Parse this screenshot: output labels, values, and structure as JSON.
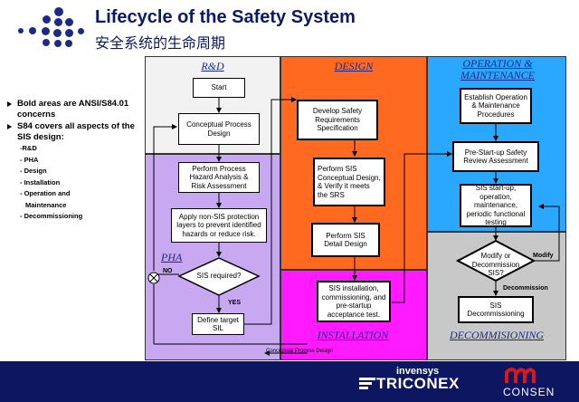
{
  "title": "Lifecycle of the Safety System",
  "subtitle": "安全系统的生命周期",
  "bullets": [
    "Bold areas are ANSI/S84.01 concerns",
    "S84 covers all aspects of the SIS design:"
  ],
  "design_aspects": [
    "-R&D",
    "- PHA",
    "- Design",
    "- Installation",
    "- Operation  and",
    "Maintenance",
    "- Decommissioning"
  ],
  "regions": {
    "rd": "R&D",
    "design": "DESIGN",
    "operation": "OPERATION & MAINTENANCE",
    "pha": "PHA",
    "installation": "INSTALLATION",
    "decommissioning": "DECOMMISIONING"
  },
  "boxes": {
    "start": "Start",
    "conceptual": "Conceptual Process Design",
    "hazard": "Perform Process Hazard Analysis & Risk Assessment",
    "non_sis": "Apply non-SIS protection layers to prevent identified hazards or reduce risk.",
    "sis_required": "SIS required?",
    "define_sil": "Define target SIL",
    "develop_srs": "Develop Safety Requirements Specification",
    "conceptual_sis": "Perform SIS Conceptual Design, & Verify it meets the SRS",
    "detail_design": "Perform SIS Detail Design",
    "installation": "SIS installation, commissioning, and pre-startup acceptance test.",
    "establish_op": "Establish Operation & Maintenance Procedures",
    "pre_startup": "Pre-Start-up Safety Review Assessment",
    "startup": "SIS start-up, operation, maintenance, periodic functional testing",
    "modify": "Modify or Decommission SIS?",
    "decommissioning": "SIS Decommissioning"
  },
  "flow_labels": {
    "no": "NO",
    "yes": "YES",
    "modify": "Modify",
    "decommission": "Decommission",
    "return": "Conceptual Process Design"
  },
  "footer": {
    "invensys": "invensys",
    "triconex": "TRICONEX",
    "consen": "CONSEN"
  },
  "colors": {
    "footer": "#0d1660",
    "rd": "#f2f2f2",
    "pha": "#c9a8f2",
    "design": "#ff6a20",
    "installation": "#ff1aff",
    "operation": "#2aa8ff",
    "decommissioning": "#c8c8c8",
    "consen": "#d81820"
  }
}
